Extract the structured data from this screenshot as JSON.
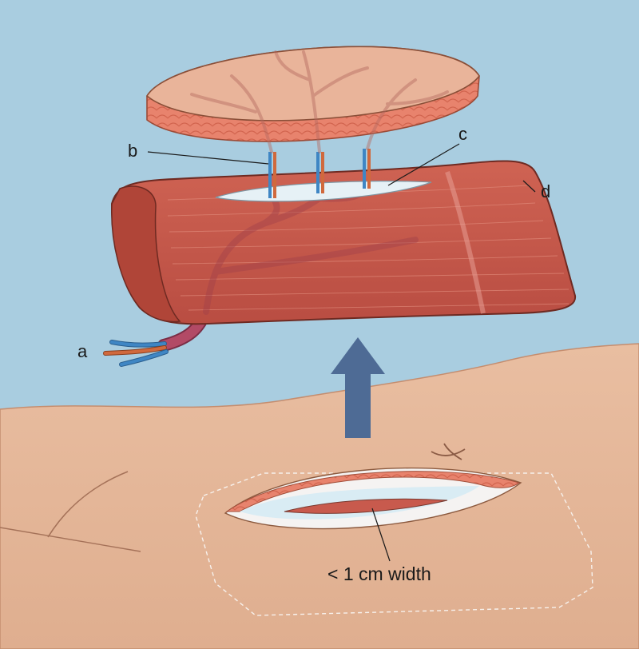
{
  "labels": {
    "a": "a",
    "b": "b",
    "c": "c",
    "d": "d",
    "width_note": "< 1 cm width"
  },
  "colors": {
    "background": "#a9cde0",
    "skin": "#e5b99b",
    "muscle": "#c85a4d",
    "fat": "#e7826c",
    "fascia": "#e6f1f6",
    "arrow": "#4e6b95",
    "artery": "#d0693d",
    "vein": "#3f86c4"
  }
}
